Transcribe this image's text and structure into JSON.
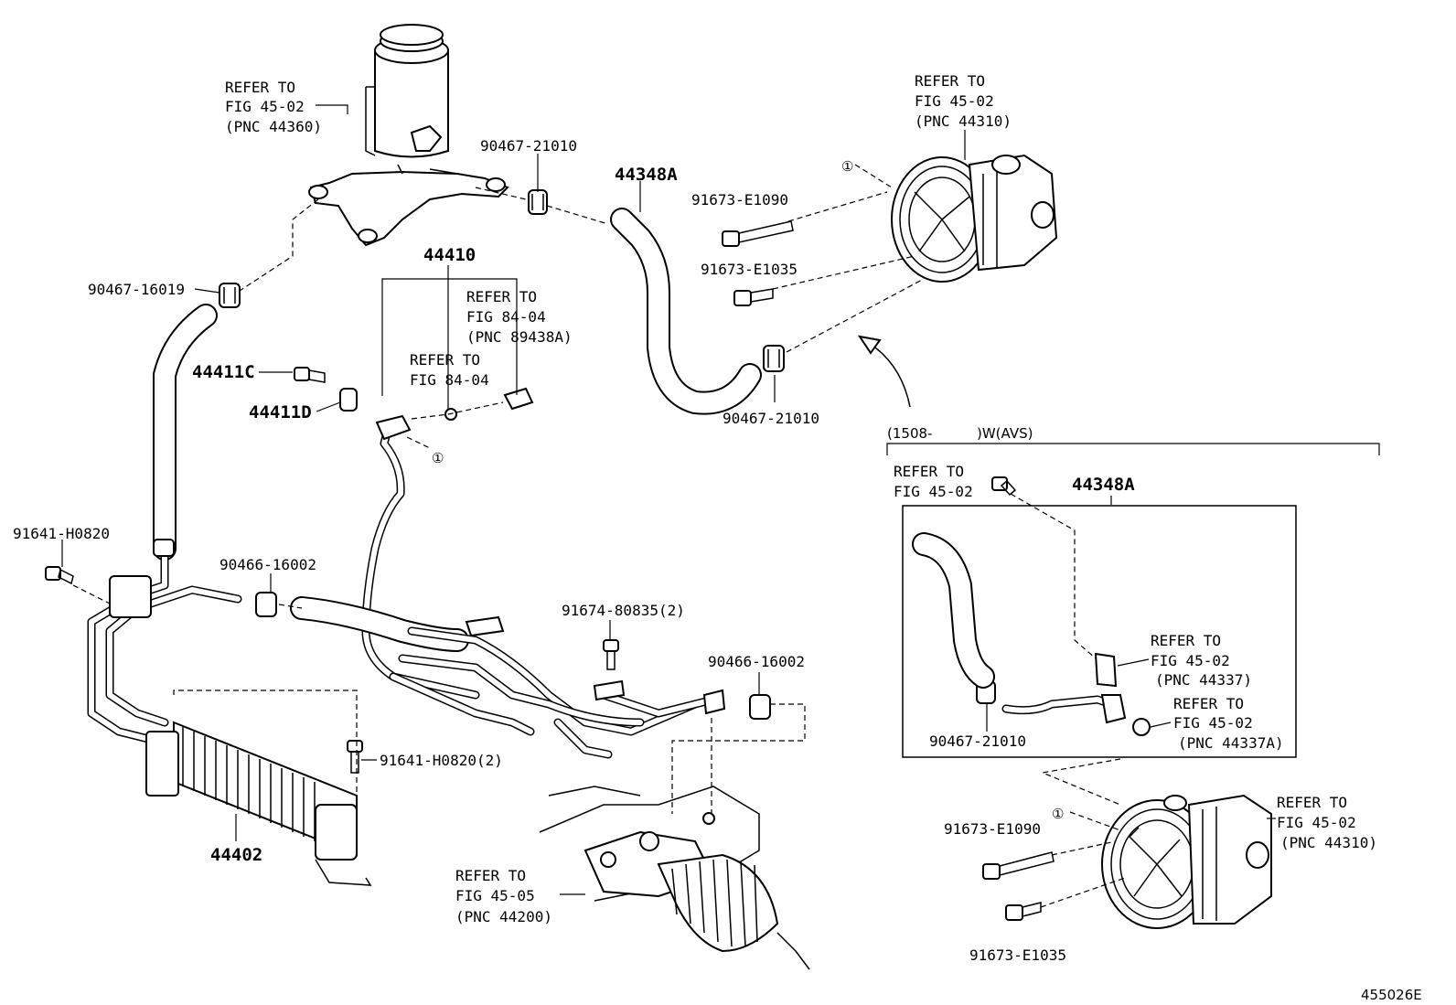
{
  "labels": {
    "ref_reservoir": [
      "REFER TO",
      "FIG 45-02",
      "(PNC 44360)"
    ],
    "ref_pump_top": [
      "REFER TO",
      "FIG 45-02",
      "(PNC 44310)"
    ],
    "ref_fig84_a": [
      "REFER TO",
      "FIG 84-04",
      "(PNC 89438A)"
    ],
    "ref_fig84_b": [
      "REFER TO",
      "FIG 84-04"
    ],
    "ref_gear": [
      "REFER TO",
      "FIG 45-05",
      "(PNC 44200)"
    ],
    "ref_bolt_inset": [
      "REFER TO",
      "FIG 45-02"
    ],
    "ref_pnc44337": [
      "REFER TO",
      "FIG 45-02",
      "(PNC 44337)"
    ],
    "ref_pnc44337a": [
      "REFER TO",
      "FIG 45-02",
      "(PNC 44337A)"
    ],
    "ref_pump_bottom": [
      "REFER TO",
      "FIG 45-02",
      "(PNC 44310)"
    ],
    "p_90467_21010_top": "90467-21010",
    "p_44348a_top": "44348A",
    "p_91673_e1090_top": "91673-E1090",
    "p_91673_e1035_top": "91673-E1035",
    "p_90467_21010_mid": "90467-21010",
    "p_44410": "44410",
    "p_90467_16019": "90467-16019",
    "p_44411c": "44411C",
    "p_44411d": "44411D",
    "p_91641_h0820": "91641-H0820",
    "p_90466_16002_a": "90466-16002",
    "p_91674_80835": "91674-80835(2)",
    "p_90466_16002_b": "90466-16002",
    "p_91641_h0820_2": "91641-H0820(2)",
    "p_44402": "44402",
    "inset_range": "(1508-",
    "inset_variant": ")W(AVS)",
    "p_44348a_inset": "44348A",
    "p_90467_21010_inset": "90467-21010",
    "p_91673_e1090_bot": "91673-E1090",
    "p_91673_e1035_bot": "91673-E1035",
    "circle_ref": "①",
    "figure_id": "455026E"
  }
}
